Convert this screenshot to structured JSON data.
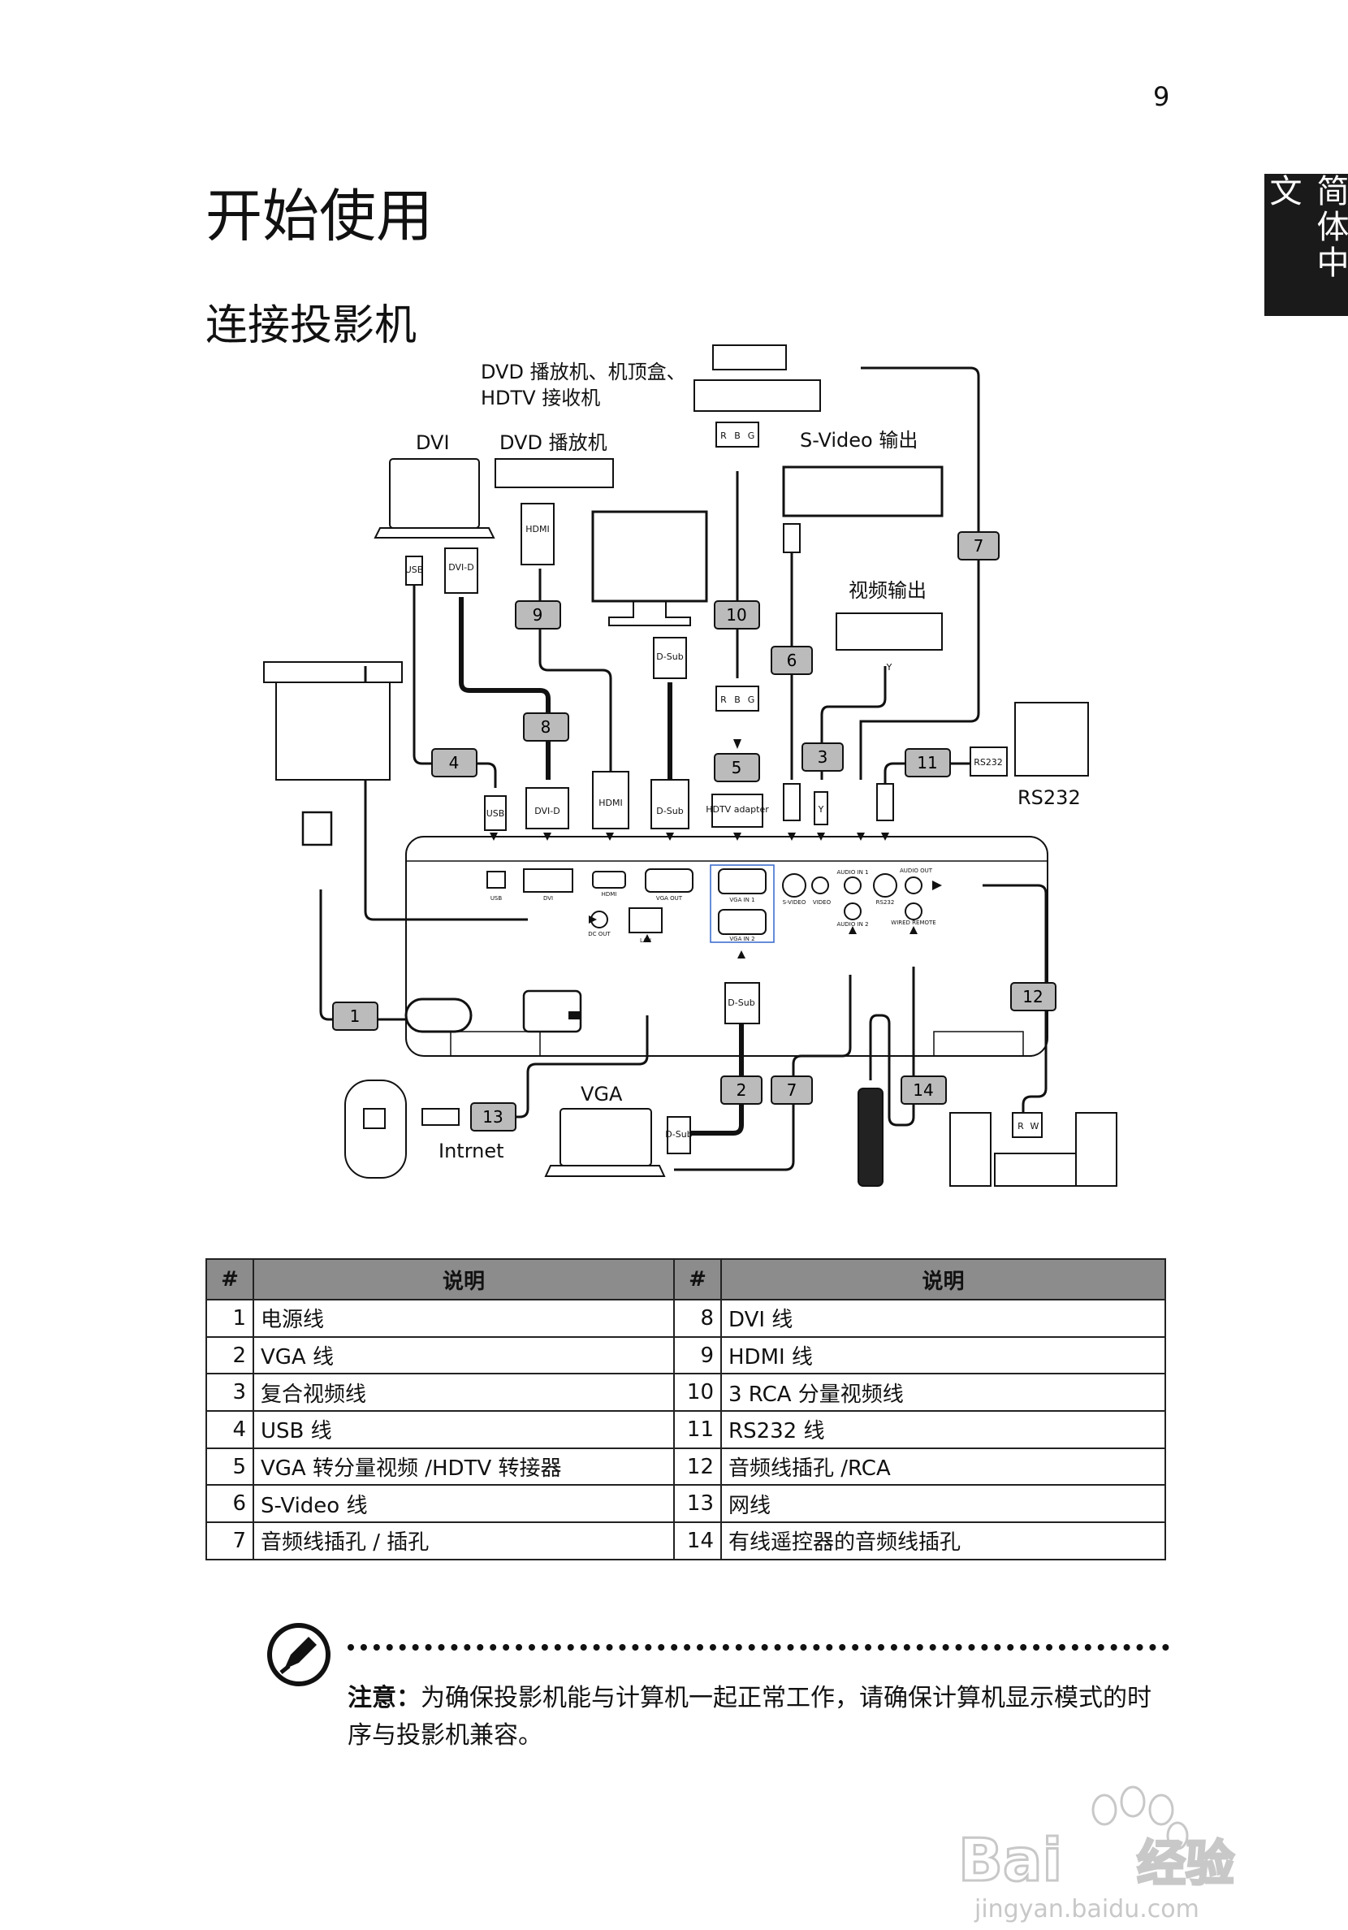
{
  "page": {
    "number": "9",
    "side_tab": "简体中文"
  },
  "title": "开始使用",
  "section": "连接投影机",
  "diagram": {
    "devices": {
      "dvd_stb_line1": "DVD 播放机、机顶盒、",
      "dvd_stb_line2": "HDTV 接收机",
      "dvi": "DVI",
      "dvd": "DVD 播放机",
      "svideo_out": "S-Video 输出",
      "video_out": "视频输出",
      "rs232": "RS232",
      "vga": "VGA",
      "internet": "Intrnet"
    },
    "connectors": {
      "usb": "USB",
      "dvi_d": "DVI-D",
      "hdmi": "HDMI",
      "d_sub": "D-Sub",
      "hdtv_adapter": "HDTV adapter",
      "rs232": "RS232",
      "y": "Y",
      "r": "R",
      "b": "B",
      "g": "G",
      "w": "W"
    },
    "ports": {
      "usb": "USB",
      "dvi": "DVI",
      "hdmi": "HDMI",
      "vga_out": "VGA OUT",
      "vga_in1": "VGA IN 1",
      "vga_in2": "VGA IN 2",
      "s_video": "S-VIDEO",
      "video": "VIDEO",
      "audio_in1": "AUDIO IN 1",
      "audio_in2": "AUDIO IN 2",
      "rs232": "RS232",
      "audio_out": "AUDIO OUT",
      "wired_remote": "WIRED REMOTE",
      "dc_out": "DC OUT",
      "lan": "LAN"
    },
    "cable_numbers": [
      "1",
      "2",
      "3",
      "4",
      "5",
      "6",
      "7",
      "8",
      "9",
      "10",
      "11",
      "12",
      "13",
      "14"
    ]
  },
  "table": {
    "headers": [
      "#",
      "说明",
      "#",
      "说明"
    ],
    "rows": [
      {
        "n1": "1",
        "d1": "电源线",
        "n2": "8",
        "d2": "DVI 线"
      },
      {
        "n1": "2",
        "d1": "VGA 线",
        "n2": "9",
        "d2": "HDMI 线"
      },
      {
        "n1": "3",
        "d1": "复合视频线",
        "n2": "10",
        "d2": "3 RCA 分量视频线"
      },
      {
        "n1": "4",
        "d1": "USB 线",
        "n2": "11",
        "d2": "RS232 线"
      },
      {
        "n1": "5",
        "d1": "VGA 转分量视频 /HDTV 转接器",
        "n2": "12",
        "d2": "音频线插孔 /RCA"
      },
      {
        "n1": "6",
        "d1": "S-Video 线",
        "n2": "13",
        "d2": "网线"
      },
      {
        "n1": "7",
        "d1": "音频线插孔 / 插孔",
        "n2": "14",
        "d2": "有线遥控器的音频线插孔"
      }
    ]
  },
  "note": {
    "label": "注意：",
    "text": "为确保投影机能与计算机一起正常工作，请确保计算机显示模式的时序与投影机兼容。"
  },
  "watermark": {
    "brand": "Bai",
    "brand2": "经验",
    "url": "jingyan.baidu.com"
  }
}
